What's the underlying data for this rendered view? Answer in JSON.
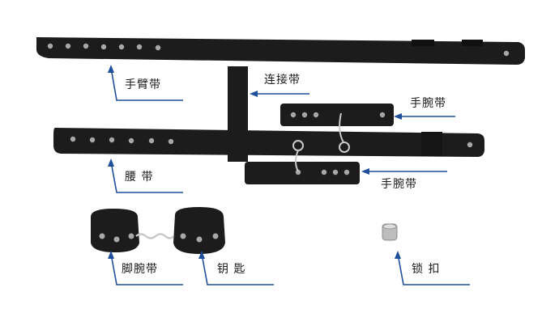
{
  "labels": {
    "arm_strap": "手臂带",
    "connecting_strap": "连接带",
    "wrist_strap_upper": "手腕带",
    "waist_strap": "腰 带",
    "wrist_strap_lower": "手腕带",
    "ankle_cuffs": "脚腕带",
    "key": "钥 匙",
    "lock_buckle": "锁 扣"
  },
  "colors": {
    "strap": "#1c1c1c",
    "arrow": "#1f4e9a",
    "rivet": "#a8a8a8",
    "metal": "#c9c9c9"
  }
}
